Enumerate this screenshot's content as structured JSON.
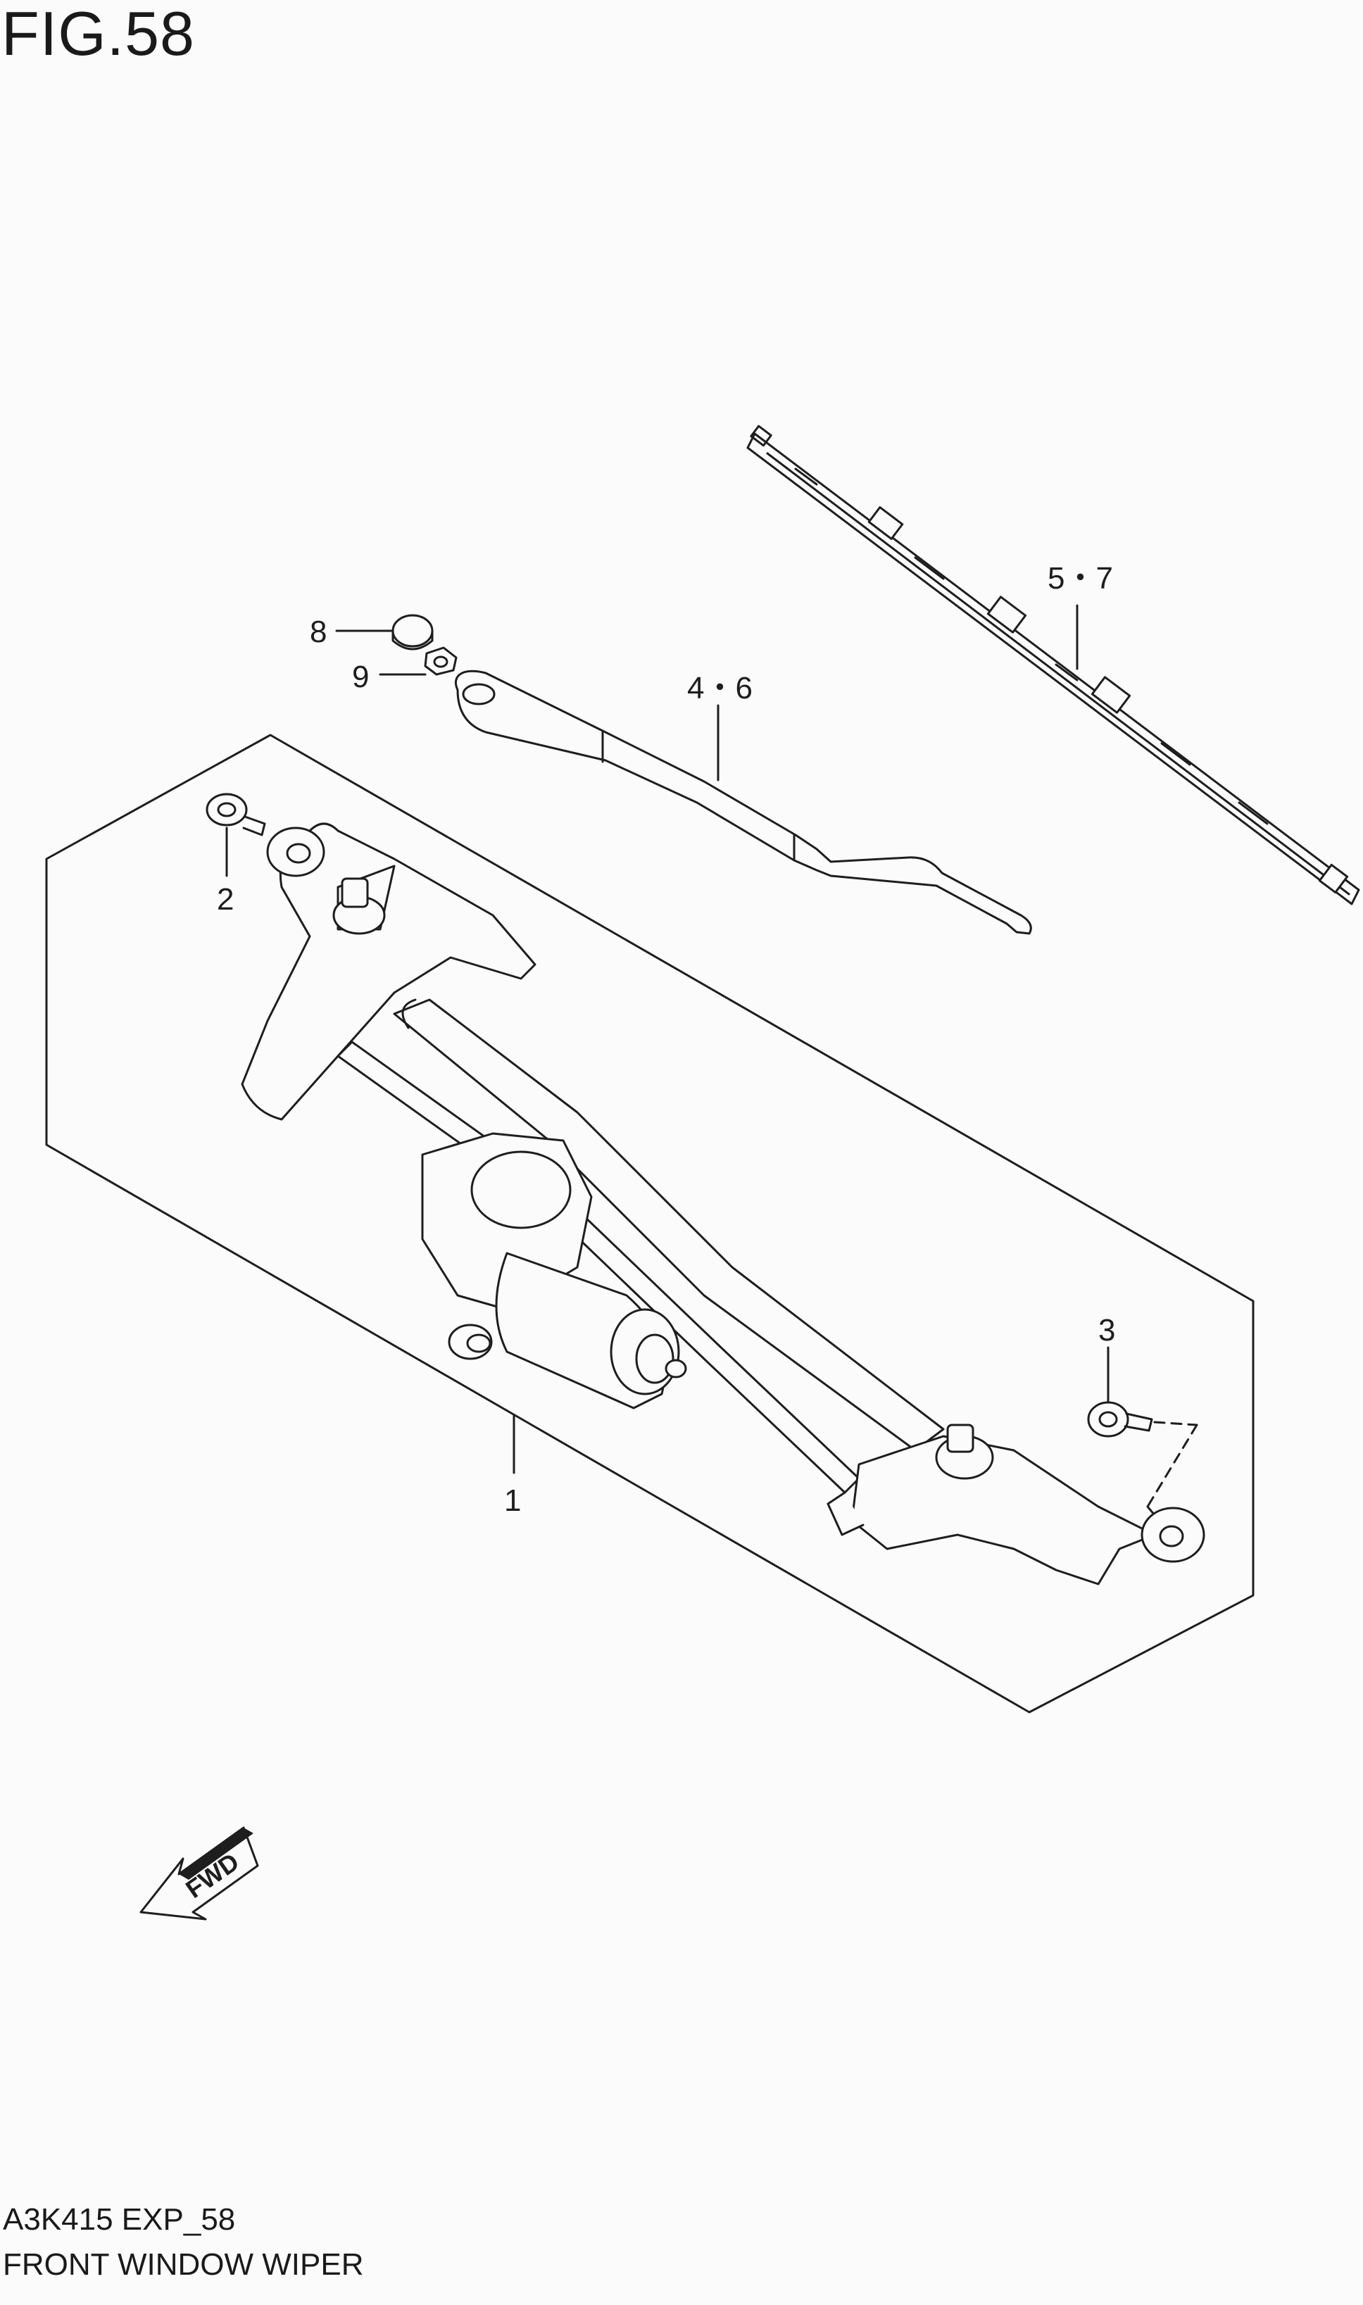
{
  "figure": {
    "title": "FIG.58",
    "code": "A3K415 EXP_58",
    "caption": "FRONT WINDOW WIPER"
  },
  "callouts": [
    {
      "id": "motor-linkage",
      "label": "1"
    },
    {
      "id": "bolt-left",
      "label": "2"
    },
    {
      "id": "bolt-right",
      "label": "3"
    },
    {
      "id": "wiper-arm",
      "label": "4・6"
    },
    {
      "id": "wiper-blade",
      "label": "5・7"
    },
    {
      "id": "cap",
      "label": "8"
    },
    {
      "id": "nut",
      "label": "9"
    }
  ],
  "fwd_badge": {
    "label": "FWD"
  },
  "colors": {
    "line": "#1e1e1e",
    "background": "#fbfbfb"
  }
}
